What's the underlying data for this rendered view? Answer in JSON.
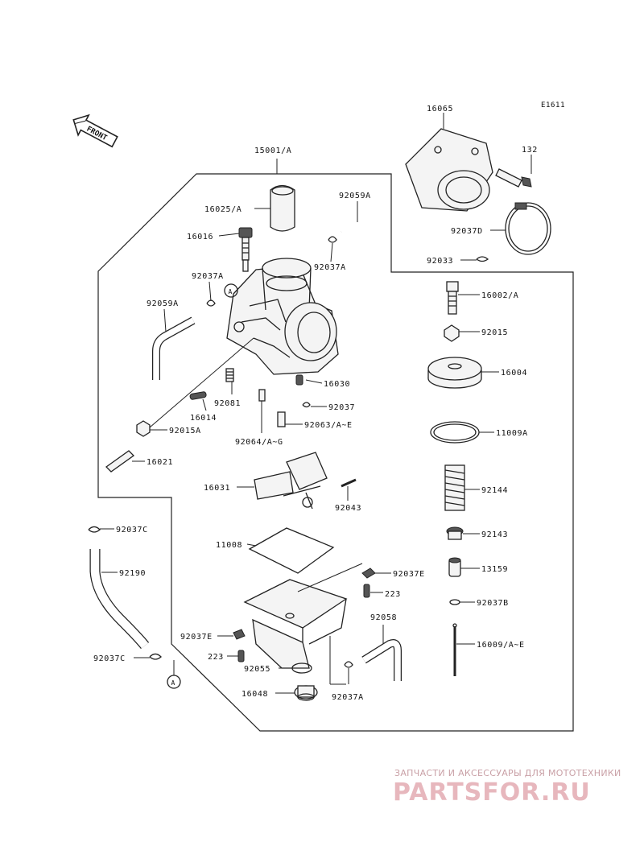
{
  "diagram": {
    "ref_code": "E1611",
    "front_label": "FRONT",
    "callout_mark": "A",
    "parts": [
      {
        "id": "p15001",
        "label": "15001/A"
      },
      {
        "id": "p16025",
        "label": "16025/A"
      },
      {
        "id": "p16016",
        "label": "16016"
      },
      {
        "id": "p92059a_top",
        "label": "92059A"
      },
      {
        "id": "p92037a_top",
        "label": "92037A"
      },
      {
        "id": "p92037a_left",
        "label": "92037A"
      },
      {
        "id": "p92059a_left",
        "label": "92059A"
      },
      {
        "id": "p16030",
        "label": "16030"
      },
      {
        "id": "p92037",
        "label": "92037"
      },
      {
        "id": "p16014",
        "label": "16014"
      },
      {
        "id": "p92081",
        "label": "92081"
      },
      {
        "id": "p92063",
        "label": "92063/A~E"
      },
      {
        "id": "p92015a",
        "label": "92015A"
      },
      {
        "id": "p92064",
        "label": "92064/A~G"
      },
      {
        "id": "p16021",
        "label": "16021"
      },
      {
        "id": "p16031",
        "label": "16031"
      },
      {
        "id": "p92043",
        "label": "92043"
      },
      {
        "id": "p92037c_top",
        "label": "92037C"
      },
      {
        "id": "p11008",
        "label": "11008"
      },
      {
        "id": "p92190",
        "label": "92190"
      },
      {
        "id": "p92037e_right",
        "label": "92037E"
      },
      {
        "id": "p223_right",
        "label": "223"
      },
      {
        "id": "p92058",
        "label": "92058"
      },
      {
        "id": "p92037e_left",
        "label": "92037E"
      },
      {
        "id": "p223_left",
        "label": "223"
      },
      {
        "id": "p92037c_bot",
        "label": "92037C"
      },
      {
        "id": "p92055",
        "label": "92055"
      },
      {
        "id": "p16048",
        "label": "16048"
      },
      {
        "id": "p92037a_bot",
        "label": "92037A"
      },
      {
        "id": "p16065",
        "label": "16065"
      },
      {
        "id": "p132",
        "label": "132"
      },
      {
        "id": "p92037d",
        "label": "92037D"
      },
      {
        "id": "p92033",
        "label": "92033"
      },
      {
        "id": "p16002",
        "label": "16002/A"
      },
      {
        "id": "p92015",
        "label": "92015"
      },
      {
        "id": "p16004",
        "label": "16004"
      },
      {
        "id": "p11009a",
        "label": "11009A"
      },
      {
        "id": "p92144",
        "label": "92144"
      },
      {
        "id": "p92143",
        "label": "92143"
      },
      {
        "id": "p13159",
        "label": "13159"
      },
      {
        "id": "p92037b",
        "label": "92037B"
      },
      {
        "id": "p16009",
        "label": "16009/A~E"
      }
    ]
  },
  "watermark": {
    "tagline": "ЗАПЧАСТИ И АКСЕССУАРЫ ДЛЯ МОТОТЕХНИКИ",
    "brand": "PARTSFOR.RU"
  },
  "colors": {
    "line": "#222222",
    "watermark": "#e7b7bd",
    "background": "#ffffff"
  }
}
